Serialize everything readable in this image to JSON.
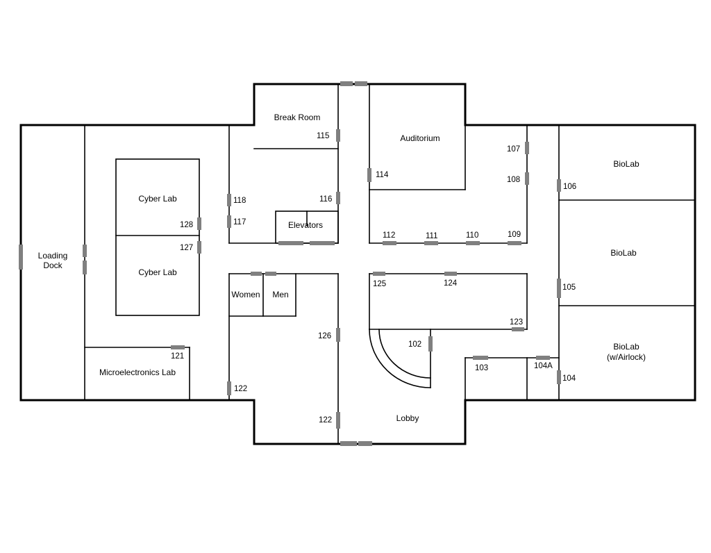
{
  "floor_plan": {
    "colors": {
      "walls": "#000000",
      "doors": "#808080",
      "background": "#ffffff"
    },
    "rooms": {
      "break_room": "Break Room",
      "auditorium": "Auditorium",
      "biolab_1": "BioLab",
      "biolab_2": "BioLab",
      "biolab_3_line1": "BioLab",
      "biolab_3_line2": "(w/Airlock)",
      "cyber_lab_1": "Cyber Lab",
      "cyber_lab_2": "Cyber Lab",
      "loading_dock_line1": "Loading",
      "loading_dock_line2": "Dock",
      "elevators": "Elevators",
      "women": "Women",
      "men": "Men",
      "microelectronics_lab": "Microelectronics Lab",
      "lobby": "Lobby"
    },
    "door_labels": {
      "d115": "115",
      "d116": "116",
      "d117": "117",
      "d118": "118",
      "d114": "114",
      "d107": "107",
      "d108": "108",
      "d106": "106",
      "d105": "105",
      "d104": "104",
      "d104a": "104A",
      "d103": "103",
      "d102": "102",
      "d109": "109",
      "d110": "110",
      "d111": "111",
      "d112": "112",
      "d123": "123",
      "d124": "124",
      "d125": "125",
      "d126": "126",
      "d122_upper": "122",
      "d122_lower": "122",
      "d121": "121",
      "d127": "127",
      "d128": "128"
    }
  }
}
